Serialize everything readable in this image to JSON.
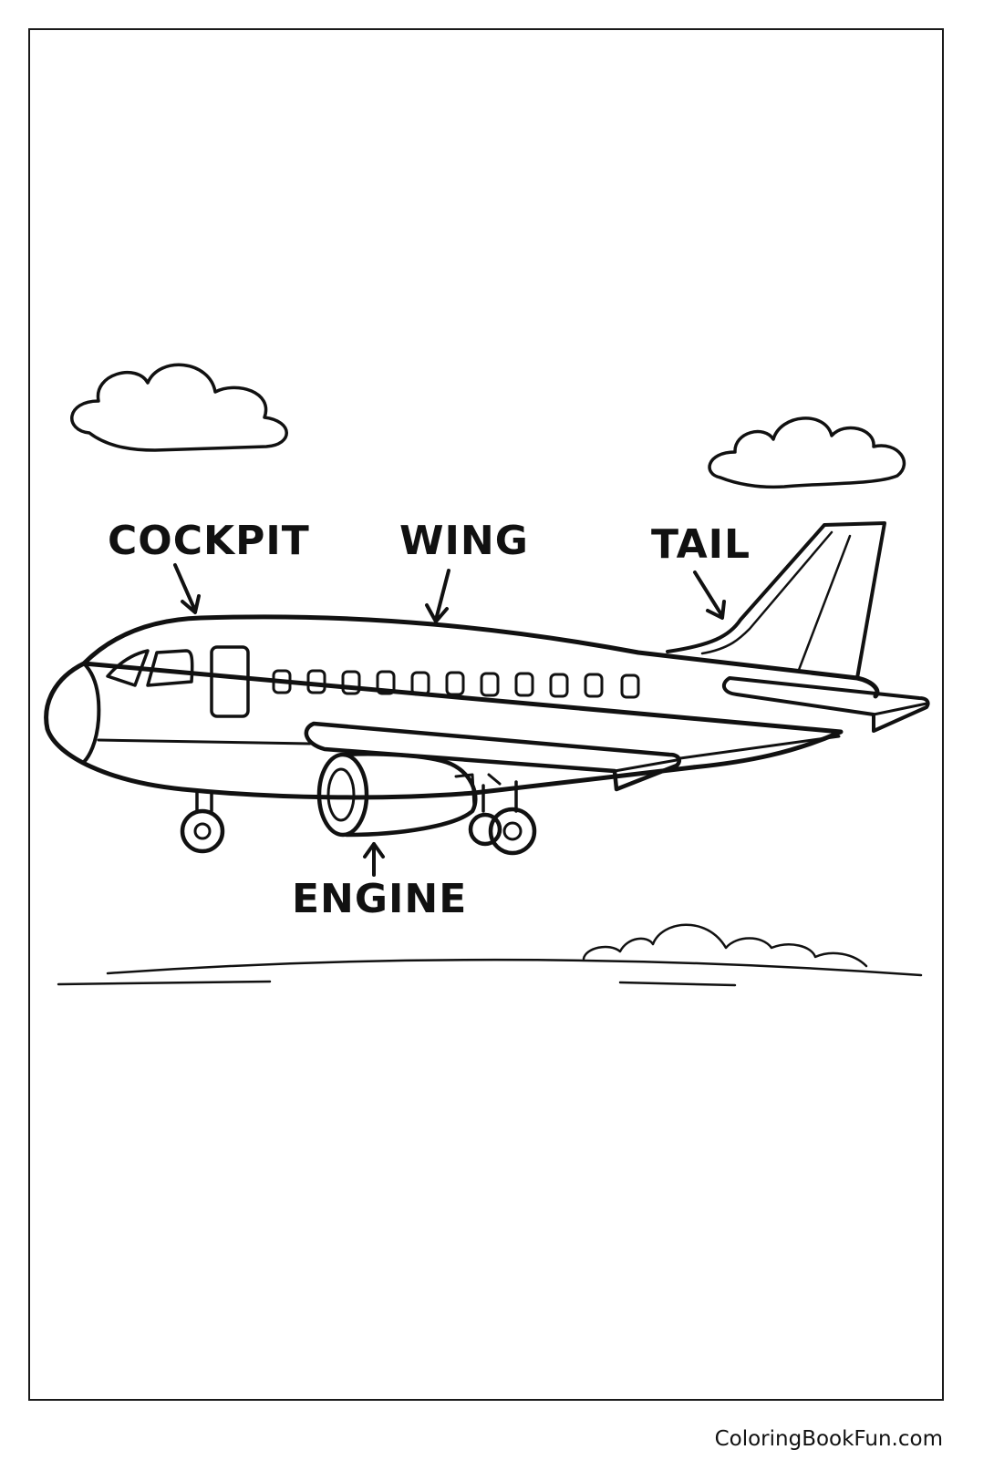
{
  "labels": {
    "cockpit": "COCKPIT",
    "wing": "WING",
    "tail": "TAIL",
    "engine": "ENGINE"
  },
  "footer": {
    "site": "ColoringBookFun.com"
  },
  "colors": {
    "ink": "#111111",
    "paper": "#ffffff"
  },
  "icons": [
    "airplane-illustration",
    "cloud-icon",
    "arrow-icon"
  ]
}
